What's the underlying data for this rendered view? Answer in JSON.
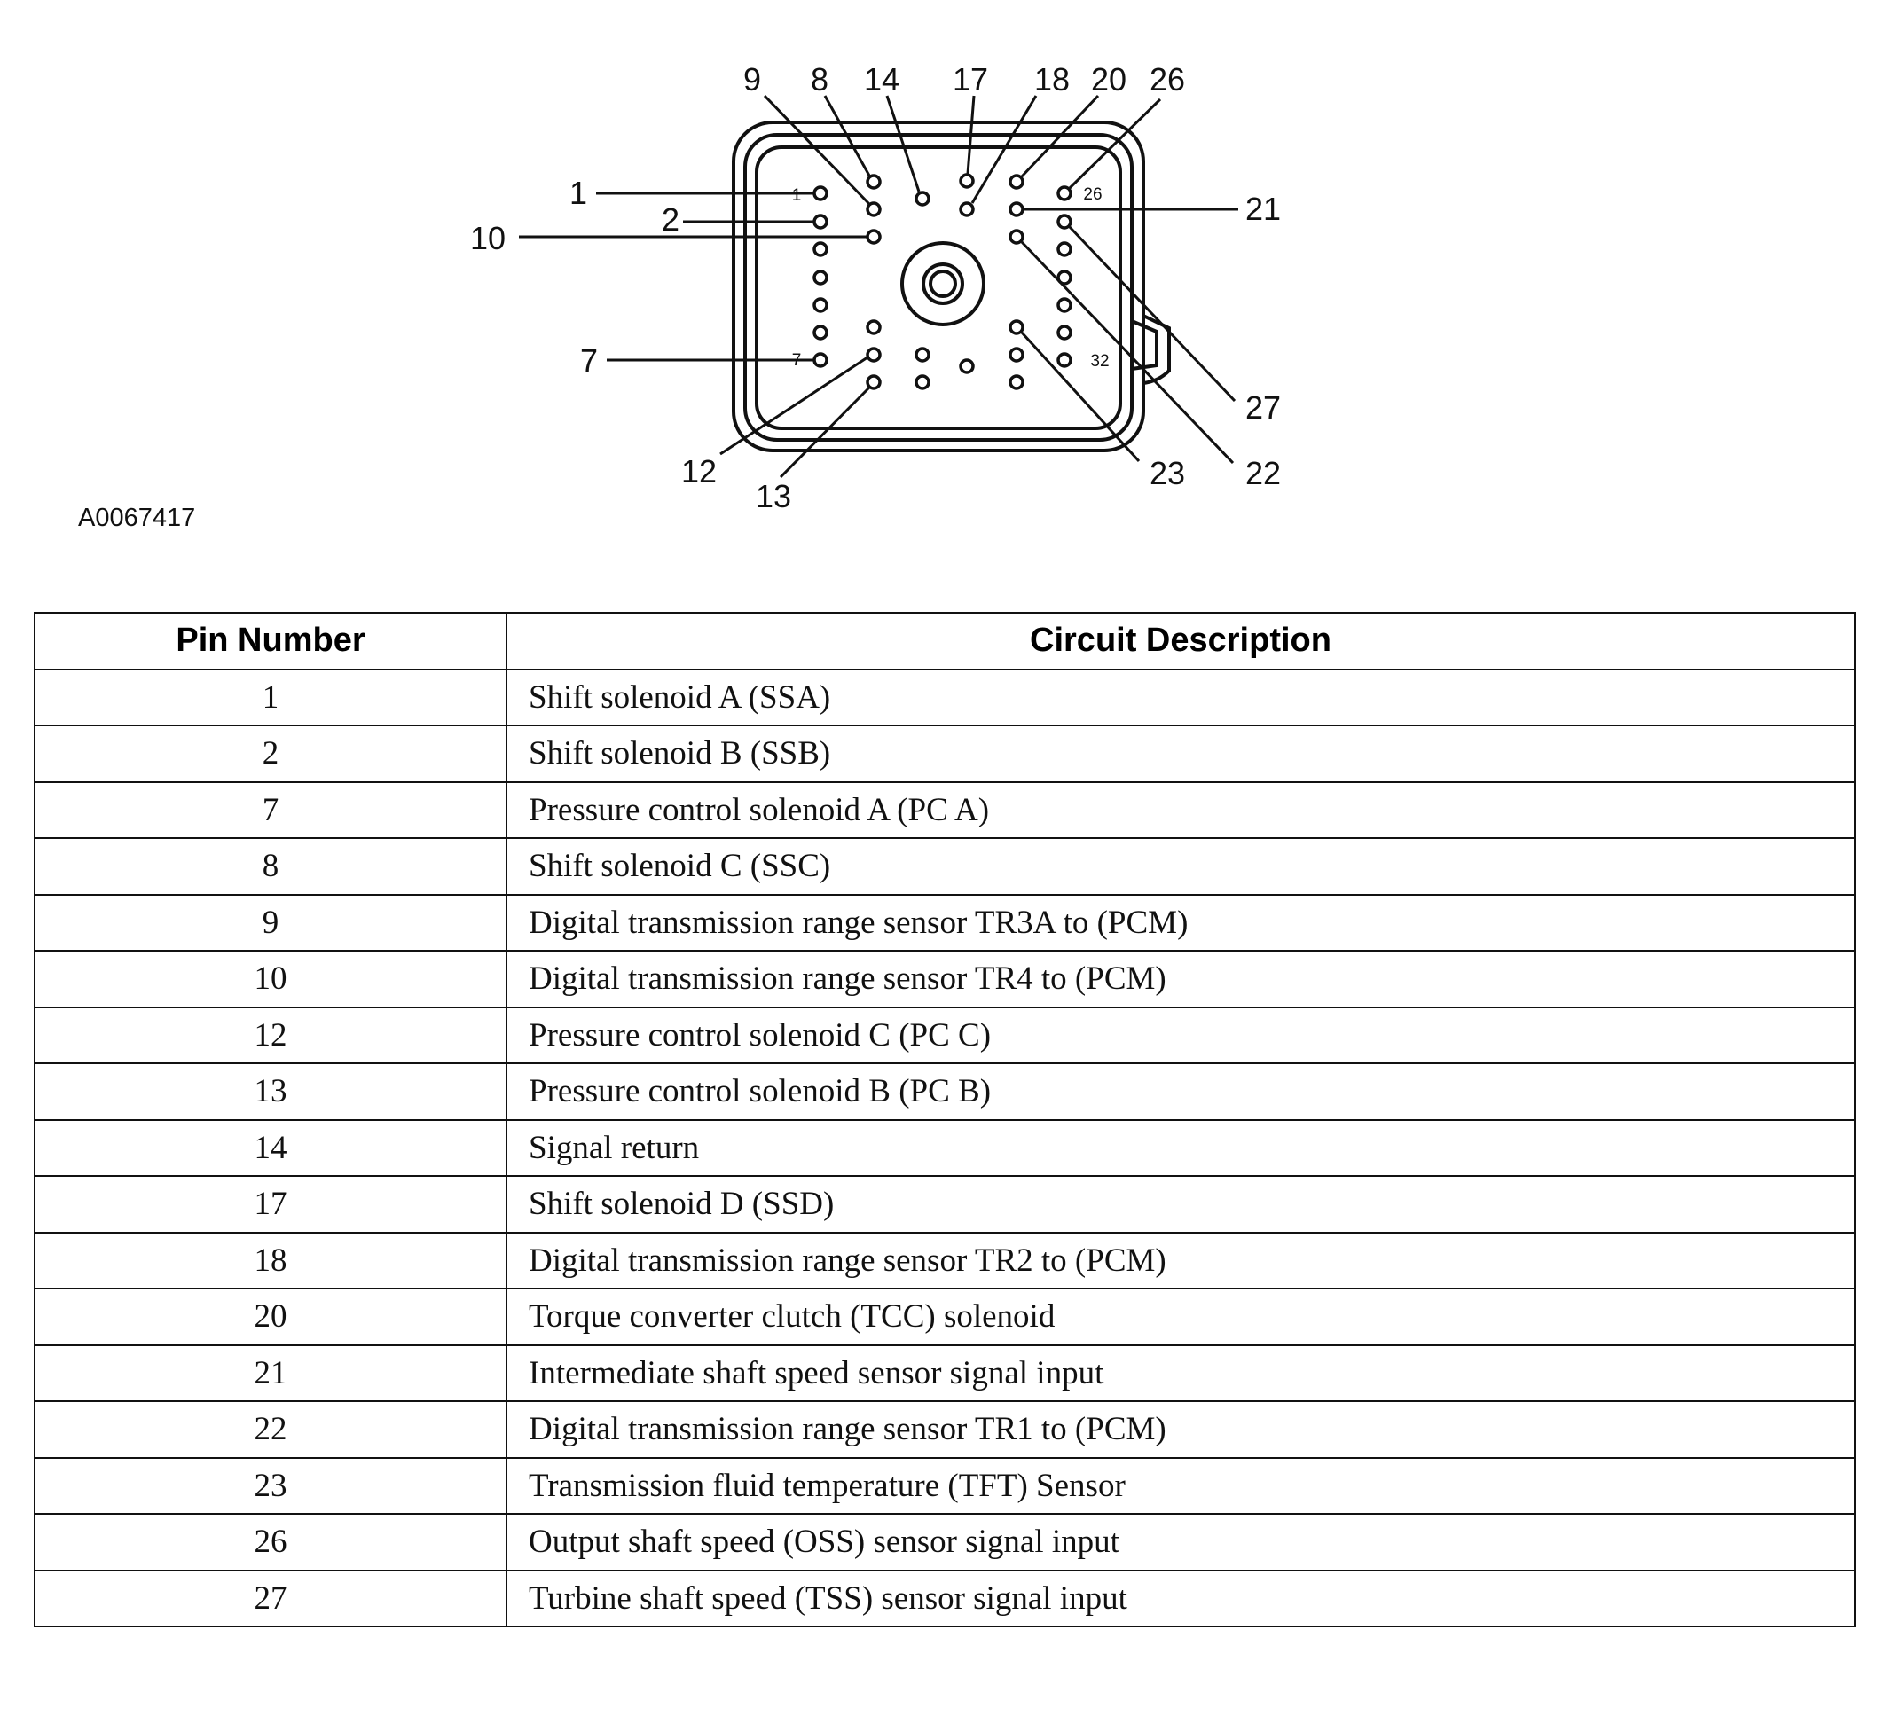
{
  "figure_id": "A0067417",
  "connector": {
    "callouts": [
      "1",
      "2",
      "7",
      "8",
      "9",
      "10",
      "12",
      "13",
      "14",
      "17",
      "18",
      "20",
      "21",
      "22",
      "23",
      "26",
      "27"
    ],
    "cavity_labels": [
      "1",
      "7",
      "26",
      "32"
    ]
  },
  "table": {
    "headers": [
      "Pin Number",
      "Circuit Description"
    ],
    "rows": [
      {
        "pin": "1",
        "desc": "Shift solenoid A (SSA)"
      },
      {
        "pin": "2",
        "desc": "Shift solenoid B (SSB)"
      },
      {
        "pin": "7",
        "desc": "Pressure control solenoid A (PC A)"
      },
      {
        "pin": "8",
        "desc": "Shift solenoid C (SSC)"
      },
      {
        "pin": "9",
        "desc": "Digital transmission range sensor TR3A to (PCM)"
      },
      {
        "pin": "10",
        "desc": "Digital transmission range sensor TR4 to (PCM)"
      },
      {
        "pin": "12",
        "desc": "Pressure control solenoid C (PC C)"
      },
      {
        "pin": "13",
        "desc": "Pressure control solenoid B (PC B)"
      },
      {
        "pin": "14",
        "desc": "Signal return"
      },
      {
        "pin": "17",
        "desc": "Shift solenoid D (SSD)"
      },
      {
        "pin": "18",
        "desc": "Digital transmission range sensor TR2 to (PCM)"
      },
      {
        "pin": "20",
        "desc": "Torque converter clutch (TCC) solenoid"
      },
      {
        "pin": "21",
        "desc": "Intermediate shaft speed sensor signal input"
      },
      {
        "pin": "22",
        "desc": "Digital transmission range sensor TR1 to (PCM)"
      },
      {
        "pin": "23",
        "desc": "Transmission fluid temperature (TFT) Sensor"
      },
      {
        "pin": "26",
        "desc": "Output shaft speed (OSS) sensor signal input"
      },
      {
        "pin": "27",
        "desc": "Turbine shaft speed (TSS) sensor signal input"
      }
    ]
  }
}
